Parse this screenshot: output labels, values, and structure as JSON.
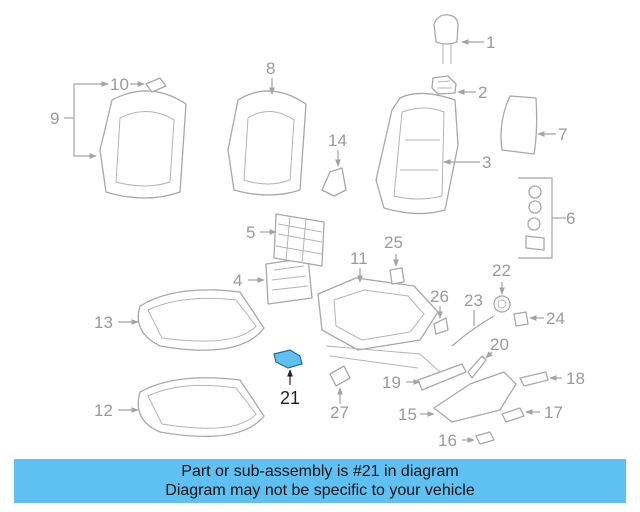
{
  "diagram": {
    "callouts": [
      "1",
      "2",
      "3",
      "4",
      "5",
      "6",
      "7",
      "8",
      "9",
      "10",
      "11",
      "12",
      "13",
      "14",
      "15",
      "16",
      "17",
      "18",
      "19",
      "20",
      "21",
      "22",
      "23",
      "24",
      "25",
      "26",
      "27"
    ],
    "highlight_callout": "21",
    "colors": {
      "highlight_part": "#5ec1f1",
      "line_art": "#a8a8a8",
      "callout_text": "#9a9a9a",
      "highlight_text": "#222222"
    }
  },
  "caption": {
    "line1": "Part or sub-assembly is #21 in diagram",
    "line2": "Diagram may not be specific to your vehicle",
    "background": "#5ec1f1"
  }
}
